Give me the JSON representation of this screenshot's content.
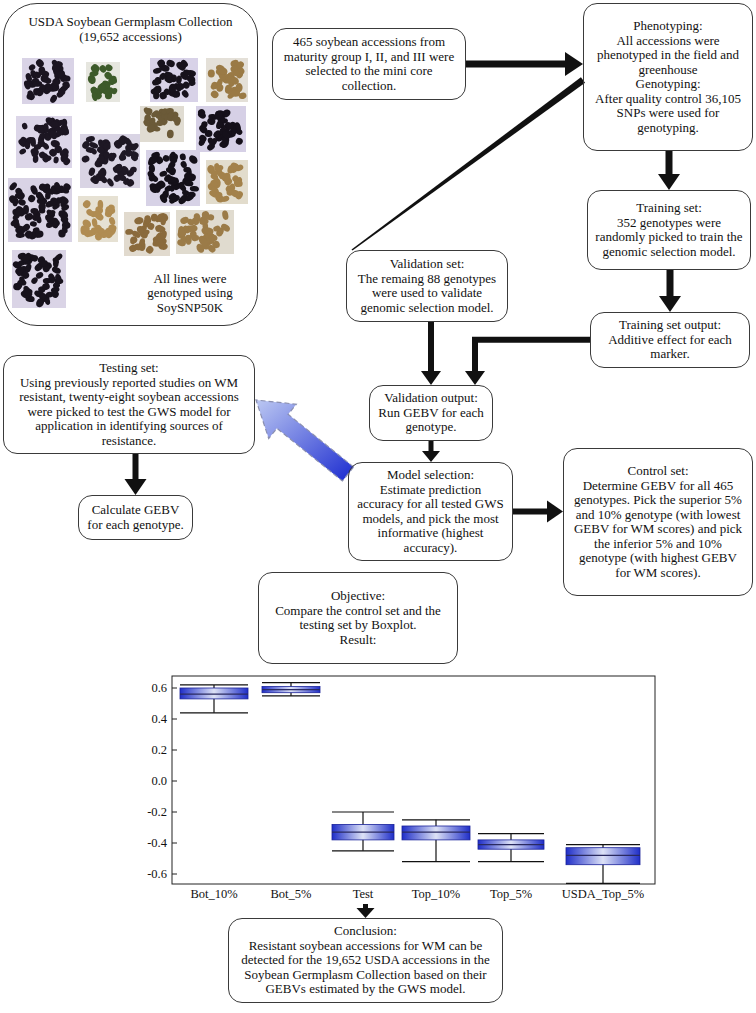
{
  "diagram": {
    "nodes": [
      {
        "text": [
          "USDA Soybean Germplasm Collection (19,652 accessions)",
          "All lines were genotyped using SoySNP50K"
        ]
      },
      {
        "text": [
          "465 soybean accessions from maturity group I, II, and III were selected to the mini core collection."
        ]
      },
      {
        "text": [
          "Phenotyping:",
          "All accessions were phenotyped in the field and greenhouse",
          "Genotyping:",
          "After quality control 36,105 SNPs were used for genotyping."
        ]
      },
      {
        "text": [
          "Training set:",
          "352 genotypes were randomly picked to train the genomic selection model."
        ]
      },
      {
        "text": [
          "Validation set:",
          "The remaing 88 genotypes were used to validate genomic selection model."
        ]
      },
      {
        "text": [
          "Training set output:",
          "Additive effect for each marker."
        ]
      },
      {
        "text": [
          "Validation output:",
          "Run GEBV for each genotype."
        ]
      },
      {
        "text": [
          "Testing set:",
          "Using previously reported studies on WM resistant, twenty-eight soybean accessions were picked to test the GWS model for application in identifying sources of resistance."
        ]
      },
      {
        "text": [
          "Model selection:",
          "Estimate prediction accuracy for all tested GWS models, and pick the most informative (highest accuracy)."
        ]
      },
      {
        "text": [
          "Control set:",
          "Determine GEBV for all 465 genotypes. Pick the superior 5% and 10% genotype (with lowest GEBV for WM scores) and pick the inferior 5% and 10% genotype (with highest GEBV for WM scores)."
        ]
      },
      {
        "text": [
          "Calculate GEBV for each genotype."
        ]
      },
      {
        "text": [
          "Objective:",
          "Compare the control set and the testing set by Boxplot.",
          "Result:"
        ]
      },
      {
        "text": [
          "Conclusion:",
          "Resistant soybean accessions for WM can be detected for the 19,652 USDA accessions in the Soybean Germplasm Collection based on their GEBVs estimated by the GWS model."
        ]
      }
    ],
    "edges": [
      {
        "from": 1,
        "to": 2,
        "arrow": "to"
      },
      {
        "from": 2,
        "to": 3,
        "arrow": "to"
      },
      {
        "from": 2,
        "to": 4,
        "arrow": "none"
      },
      {
        "from": 3,
        "to": 5,
        "arrow": "to"
      },
      {
        "from": 5,
        "to": 6,
        "arrow": "to"
      },
      {
        "from": 4,
        "to": 6,
        "arrow": "to"
      },
      {
        "from": 6,
        "to": 8,
        "arrow": "to"
      },
      {
        "from": 8,
        "to": 9,
        "arrow": "to"
      },
      {
        "from": 8,
        "to": 7,
        "arrow": "to"
      },
      {
        "from": 7,
        "to": 10,
        "arrow": "to"
      },
      {
        "from": 11,
        "to": 12,
        "arrow": "to"
      }
    ],
    "labels": [
      "0.6",
      "0.4",
      "0.2",
      "0.0",
      "-0.2",
      "-0.4",
      "-0.6",
      "Bot_10%",
      "Bot_5%",
      "Test",
      "Top_10%",
      "Top_5%",
      "USDA_Top_5%"
    ]
  }
}
